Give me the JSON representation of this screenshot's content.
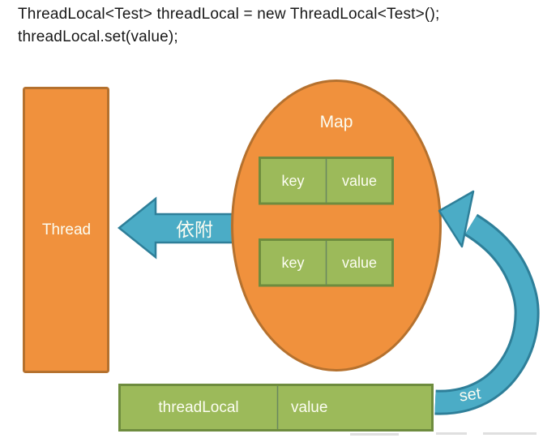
{
  "code": {
    "line1": "ThreadLocal<Test> threadLocal = new ThreadLocal<Test>();",
    "line2": "threadLocal.set(value);"
  },
  "thread": {
    "label": "Thread"
  },
  "map": {
    "label": "Map",
    "entries": [
      {
        "key": "key",
        "value": "value"
      },
      {
        "key": "key",
        "value": "value"
      }
    ]
  },
  "arrows": {
    "attach": "依附",
    "set": "set"
  },
  "bottom_row": {
    "key": "threadLocal",
    "value": "value"
  },
  "colors": {
    "orange_fill": "#F0913D",
    "orange_border": "#B5712E",
    "green_fill": "#9CBA5A",
    "green_border": "#6E8C3E",
    "teal_fill": "#4BACC6",
    "teal_border": "#2E7F99",
    "light_text": "#FCFDF2",
    "code_text": "#171717",
    "background": "#FFFFFF"
  }
}
